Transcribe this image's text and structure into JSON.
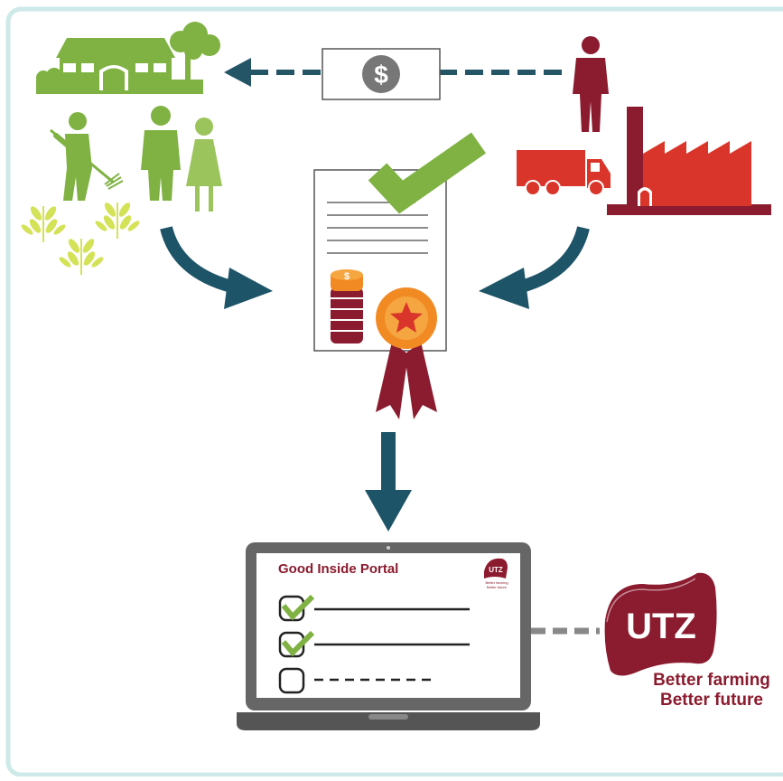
{
  "portal": {
    "title": "Good Inside Portal",
    "checklist": [
      {
        "checked": true
      },
      {
        "checked": true
      },
      {
        "checked": false
      }
    ]
  },
  "badge": {
    "brand": "UTZ",
    "tagline_line1": "Better farming",
    "tagline_line2": "Better future"
  },
  "payment": {
    "symbol": "$"
  },
  "coins": {
    "symbol": "$"
  },
  "colors": {
    "frame": "#cde9e8",
    "arrow": "#1e5468",
    "dash": "#235567",
    "green": "#7fb242",
    "green_light": "#9cc45c",
    "maroon": "#8b1b2e",
    "red": "#d9352a",
    "orange": "#f28a24",
    "grain": "#d4e258",
    "gray": "#888888"
  },
  "icons": [
    "farm-house-icon",
    "tree-icon",
    "farmer-with-rake-icon",
    "farmer-man-icon",
    "farmer-woman-icon",
    "wheat-plant-icon",
    "money-bill-icon",
    "buyer-person-icon",
    "delivery-truck-icon",
    "factory-icon",
    "certificate-document-icon",
    "checkmark-icon",
    "coin-stack-icon",
    "award-rosette-icon",
    "laptop-icon",
    "utz-badge-icon"
  ]
}
